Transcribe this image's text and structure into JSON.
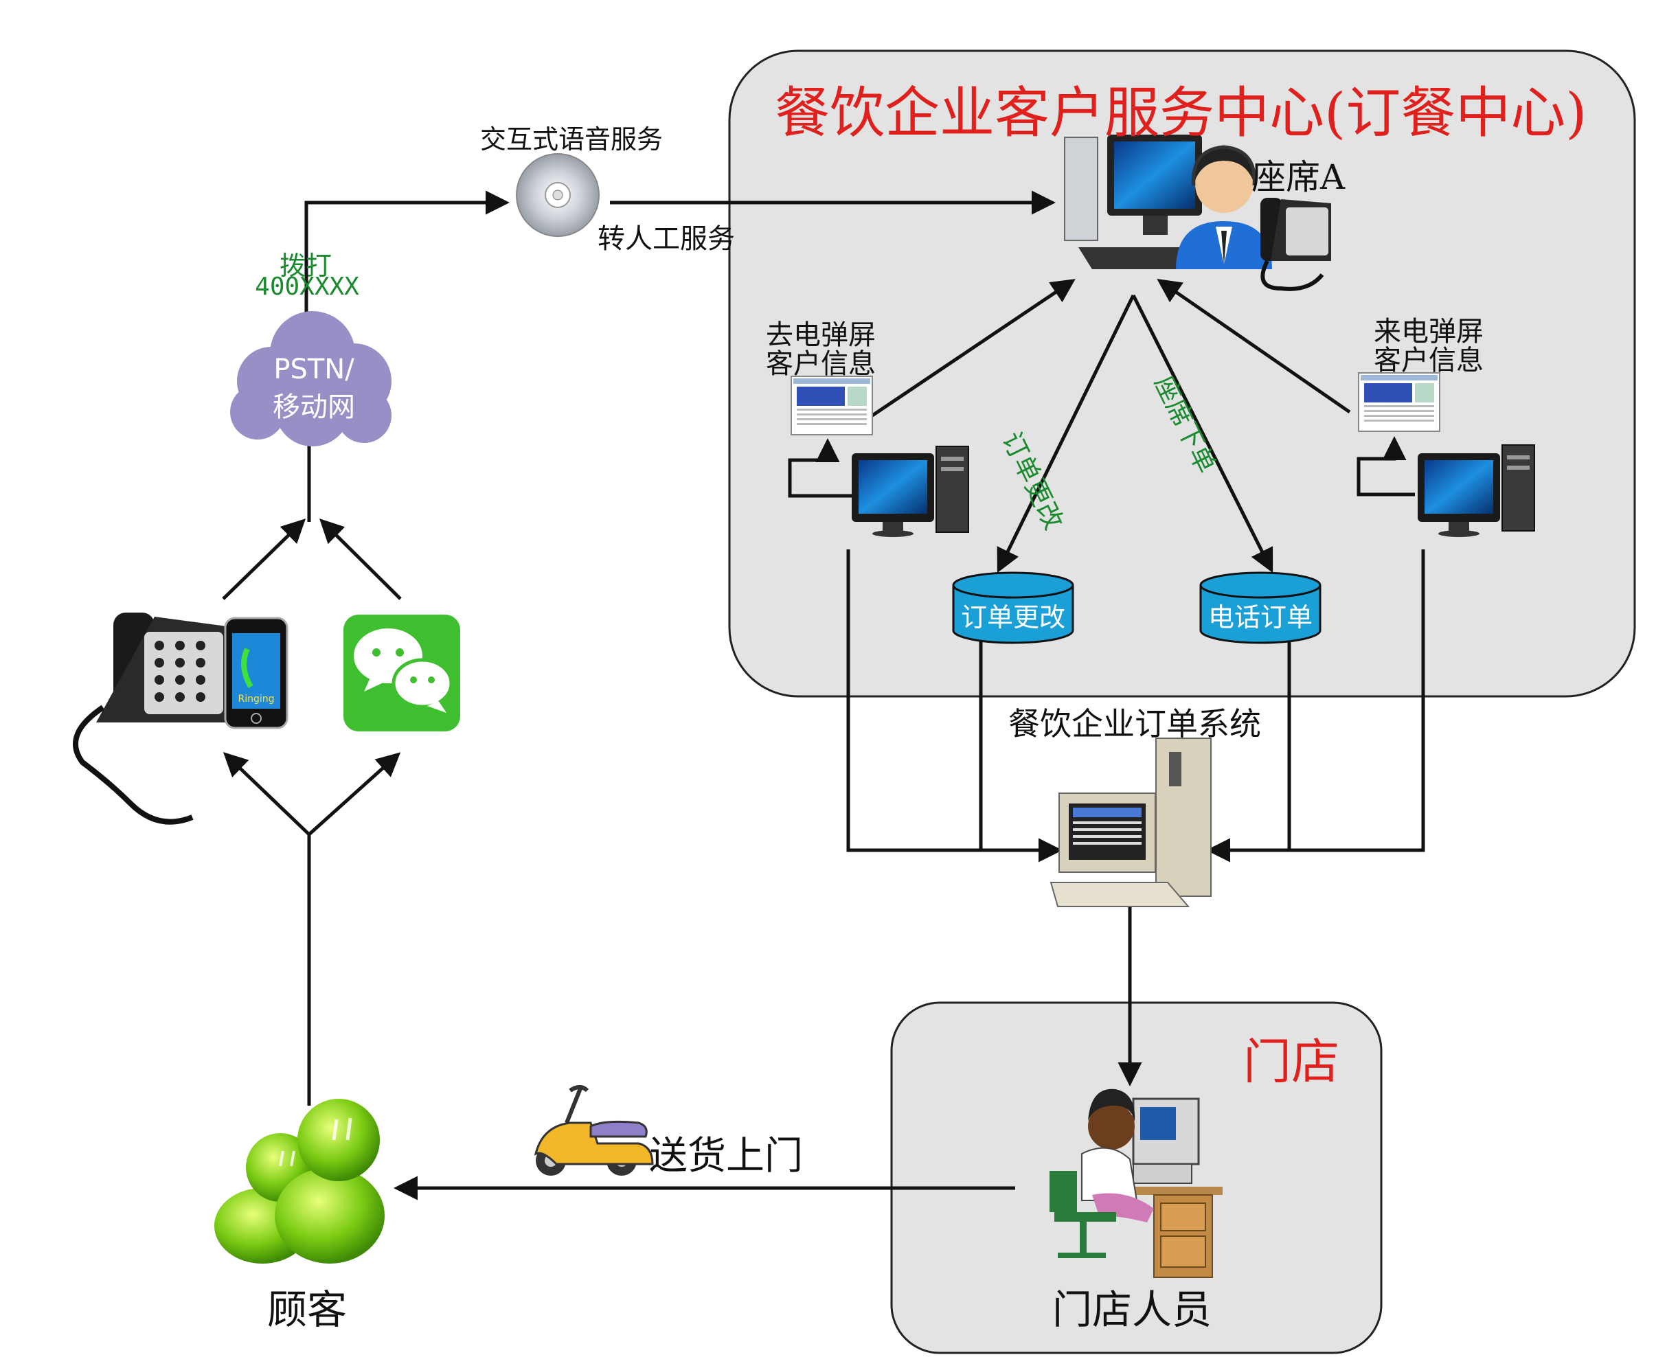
{
  "center": {
    "title": "餐饮企业客户服务中心(订餐中心)",
    "agent_label": "座席A",
    "outgoing_popup_label": [
      "去电弹屏",
      "客户信息"
    ],
    "incoming_popup_label": [
      "来电弹屏",
      "客户信息"
    ],
    "order_change_arrow_label": "订单更改",
    "agent_order_arrow_label": "座席下单",
    "db_order_change": "订单更改",
    "db_phone_order": "电话订单"
  },
  "ivr": {
    "label": "交互式语音服务",
    "transfer_label": "转人工服务"
  },
  "dial": {
    "label_line1": "拨打",
    "label_line2": "400XXXX"
  },
  "network": {
    "label_line1": "PSTN/",
    "label_line2": "移动网"
  },
  "order_system": {
    "label": "餐饮企业订单系统"
  },
  "store": {
    "title": "门店",
    "staff_label": "门店人员"
  },
  "delivery": {
    "label": "送货上门"
  },
  "customer": {
    "label": "顾客"
  },
  "phone": {
    "screen_text": "Ringing"
  },
  "colors": {
    "box_fill": "#e3e3e3",
    "title_red": "#e0201c",
    "arrow_label_green": "#1a8a2e",
    "db_fill": "#1a9fd6",
    "cloud_fill": "#9a8ec6",
    "wechat_green": "#3fbf2f"
  }
}
